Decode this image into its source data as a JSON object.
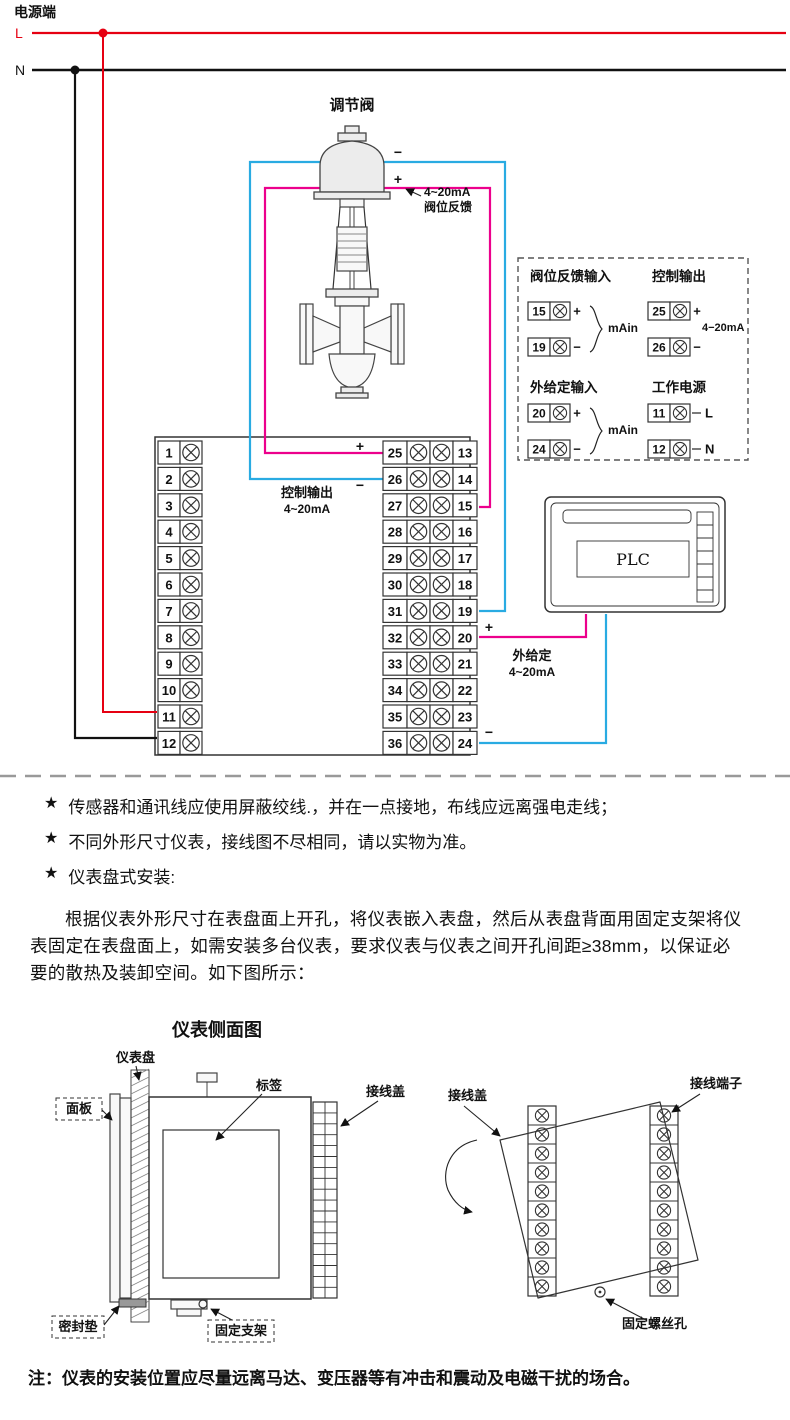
{
  "power": {
    "label": "电源端",
    "l": "L",
    "n": "N"
  },
  "valve": {
    "title": "调节阀",
    "minus": "−",
    "plus": "+",
    "feedback_line1": "4~20mA",
    "feedback_line2": "阀位反馈"
  },
  "control_output": {
    "line1": "控制输出",
    "line2": "4~20mA",
    "plus": "+",
    "minus": "−"
  },
  "setpoint": {
    "line1": "外给定",
    "line2": "4~20mA",
    "plus": "+",
    "minus": "−"
  },
  "plc": {
    "label": "PLC"
  },
  "info_box": {
    "groups": [
      {
        "title": "阀位反馈输入",
        "rows": [
          {
            "num": "15",
            "sign": "+"
          },
          {
            "num": "19",
            "sign": "−"
          }
        ],
        "annotation": "mAin"
      },
      {
        "title": "控制输出",
        "rows": [
          {
            "num": "25",
            "sign": "+"
          },
          {
            "num": "26",
            "sign": "−"
          }
        ],
        "annotation": "4−20mA"
      },
      {
        "title": "外给定输入",
        "rows": [
          {
            "num": "20",
            "sign": "+"
          },
          {
            "num": "24",
            "sign": "−"
          }
        ],
        "annotation": "mAin"
      },
      {
        "title": "工作电源",
        "rows": [
          {
            "num": "11",
            "sign": "L"
          },
          {
            "num": "12",
            "sign": "N"
          }
        ],
        "annotation": ""
      }
    ]
  },
  "terminal_block": {
    "left": [
      "1",
      "2",
      "3",
      "4",
      "5",
      "6",
      "7",
      "8",
      "9",
      "10",
      "11",
      "12"
    ],
    "middle": [
      "25",
      "26",
      "27",
      "28",
      "29",
      "30",
      "31",
      "32",
      "33",
      "34",
      "35",
      "36"
    ],
    "right": [
      "13",
      "14",
      "15",
      "16",
      "17",
      "18",
      "19",
      "20",
      "21",
      "22",
      "23",
      "24"
    ]
  },
  "notes": {
    "star": "★",
    "bullet1": "传感器和通讯线应使用屏蔽绞线.，并在一点接地，布线应远离强电走线；",
    "bullet2": "不同外形尺寸仪表，接线图不尽相同，请以实物为准。",
    "bullet3": "仪表盘式安装:",
    "paragraph": "根据仪表外形尺寸在表盘面上开孔，将仪表嵌入表盘，然后从表盘背面用固定支架将仪表固定在表盘面上，如需安装多台仪表，要求仪表与仪表之间开孔间距≥38mm，以保证必要的散热及装卸空间。如下图所示："
  },
  "side_view": {
    "title": "仪表侧面图",
    "panel_label": "仪表盘",
    "front_label": "面板",
    "tag_label": "标签",
    "cover_label": "接线盖",
    "seal_label": "密封垫",
    "bracket_label": "固定支架",
    "cover_label_right": "接线盖",
    "terminal_label": "接线端子",
    "screw_hole_label": "固定螺丝孔"
  },
  "footer_note": "注：仪表的安装位置应尽量远离马达、变压器等有冲击和震动及电磁干扰的场合。",
  "colors": {
    "power_l": "#e60012",
    "wire_cyan": "#29abe2",
    "wire_magenta": "#ec008c"
  }
}
